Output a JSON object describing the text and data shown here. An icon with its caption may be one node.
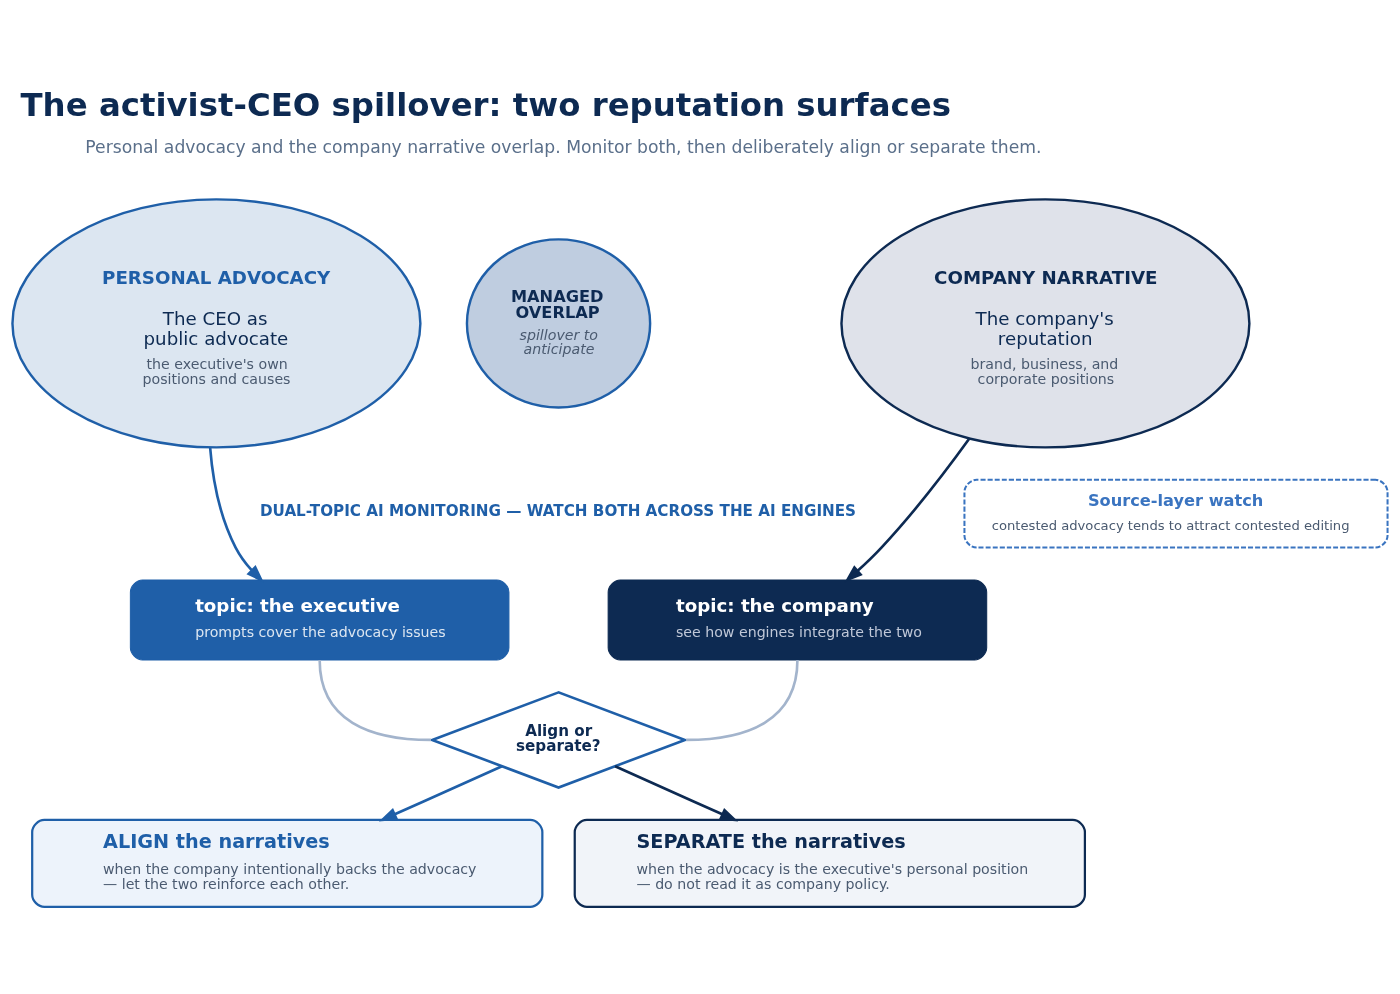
{
  "diagram": {
    "title": "The activist-CEO spillover: two reputation surfaces",
    "nodes": [
      {
        "text": [
          "PERSONAL ADVOCACY",
          "The CEO as public advocate",
          "the executive's own positions and causes"
        ]
      },
      {
        "text": [
          "COMPANY NARRATIVE",
          "The company's reputation",
          "brand, business, and corporate positions"
        ]
      },
      {
        "text": [
          "MANAGED OVERLAP",
          "spillover to anticipate"
        ]
      },
      {
        "text": [
          "Source-layer watch",
          "contested advocacy tends to attract contested editing"
        ]
      },
      {
        "text": [
          "topic: the executive",
          "prompts cover the advocacy issues"
        ]
      },
      {
        "text": [
          "topic: the company",
          "see how engines integrate the two"
        ]
      },
      {
        "text": [
          "Align or separate?"
        ]
      },
      {
        "text": [
          "ALIGN the narratives",
          "when the company intentionally backs the advocacy — let the two reinforce each other."
        ]
      },
      {
        "text": [
          "SEPARATE the narratives",
          "when the advocacy is the executive's personal position — do not read it as company policy."
        ]
      }
    ],
    "edges": [
      {
        "from": 0,
        "to": 4,
        "arrow": "to",
        "color": "#1f5fa8"
      },
      {
        "from": 1,
        "to": 5,
        "arrow": "to",
        "color": "#0d2a52"
      },
      {
        "from": 4,
        "to": 6,
        "arrow": "none",
        "color": "#a3b4cc"
      },
      {
        "from": 5,
        "to": 6,
        "arrow": "none",
        "color": "#a3b4cc"
      },
      {
        "from": 6,
        "to": 7,
        "arrow": "to",
        "color": "#1f5fa8"
      },
      {
        "from": 6,
        "to": 8,
        "arrow": "to",
        "color": "#0d2a52"
      }
    ],
    "labels": [
      "Personal advocacy and the company narrative overlap. Monitor both, then deliberately align or separate them.",
      "DUAL-TOPIC AI MONITORING — WATCH BOTH ACROSS THE AI ENGINES"
    ]
  }
}
